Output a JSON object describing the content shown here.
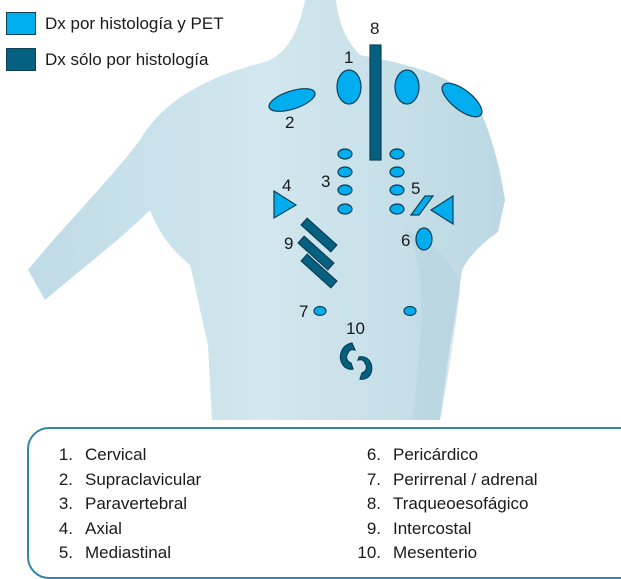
{
  "colors": {
    "pet_histology": "#00adef",
    "histology_only": "#05617f",
    "body_fill": "#c6dfe8",
    "box_border": "#2f86a8"
  },
  "legend": [
    {
      "label": "Dx por histología y PET",
      "color": "#00adef"
    },
    {
      "label": "Dx sólo por histología",
      "color": "#05617f"
    }
  ],
  "markers": [
    {
      "number": "1",
      "name": "Cervical"
    },
    {
      "number": "2",
      "name": "Supraclavicular"
    },
    {
      "number": "3",
      "name": "Paravertebral"
    },
    {
      "number": "4",
      "name": "Axial"
    },
    {
      "number": "5",
      "name": "Mediastinal"
    },
    {
      "number": "6",
      "name": "Pericárdico"
    },
    {
      "number": "7",
      "name": "Perirrenal / adrenal"
    },
    {
      "number": "8",
      "name": "Traqueoesofágico"
    },
    {
      "number": "9",
      "name": "Intercostal"
    },
    {
      "number": "10",
      "name": "Mesenterio"
    }
  ],
  "station_list": {
    "left": [
      {
        "num": "1.",
        "name": "Cervical"
      },
      {
        "num": "2.",
        "name": "Supraclavicular"
      },
      {
        "num": "3.",
        "name": "Paravertebral"
      },
      {
        "num": "4.",
        "name": "Axial"
      },
      {
        "num": "5.",
        "name": "Mediastinal"
      }
    ],
    "right": [
      {
        "num": "6.",
        "name": "Pericárdico"
      },
      {
        "num": "7.",
        "name": "Perirrenal / adrenal"
      },
      {
        "num": "8.",
        "name": "Traqueoesofágico"
      },
      {
        "num": "9.",
        "name": "Intercostal"
      },
      {
        "num": "10.",
        "name": "Mesenterio"
      }
    ]
  }
}
